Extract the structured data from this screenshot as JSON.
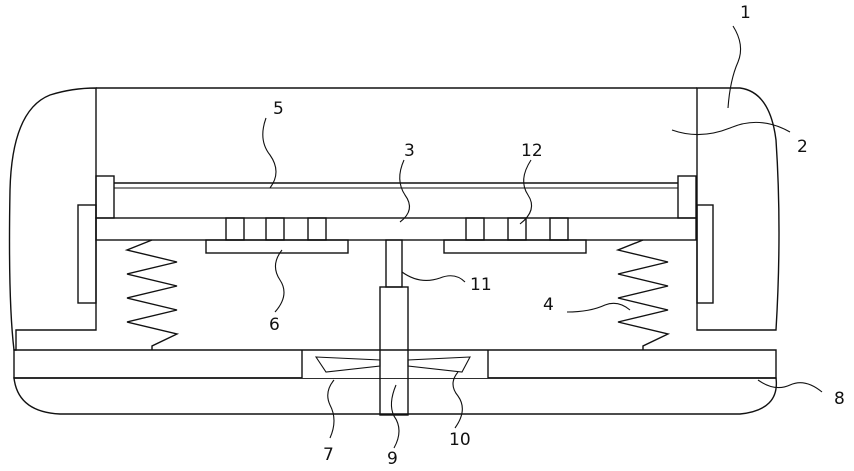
{
  "figure": {
    "labels": [
      {
        "key": "l1",
        "text": "1"
      },
      {
        "key": "l2",
        "text": "2"
      },
      {
        "key": "l3",
        "text": "3"
      },
      {
        "key": "l4",
        "text": "4"
      },
      {
        "key": "l5",
        "text": "5"
      },
      {
        "key": "l6",
        "text": "6"
      },
      {
        "key": "l7",
        "text": "7"
      },
      {
        "key": "l8",
        "text": "8"
      },
      {
        "key": "l9",
        "text": "9"
      },
      {
        "key": "l10",
        "text": "10"
      },
      {
        "key": "l11",
        "text": "11"
      },
      {
        "key": "l12",
        "text": "12"
      }
    ]
  }
}
